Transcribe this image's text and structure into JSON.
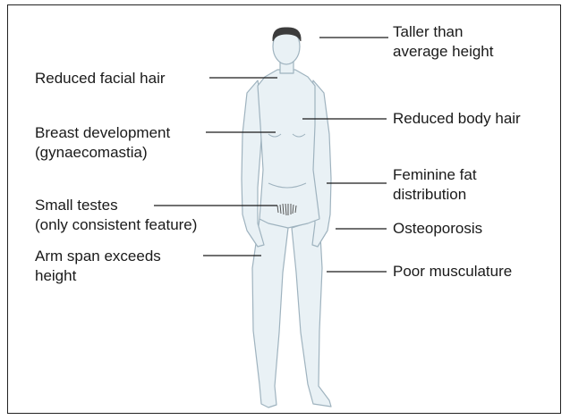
{
  "labels": {
    "taller_line1": "Taller than",
    "taller_line2": "average height",
    "facial_hair": "Reduced facial hair",
    "breast_line1": "Breast development",
    "breast_line2": "(gynaecomastia)",
    "body_hair": "Reduced body hair",
    "fat_line1": "Feminine fat",
    "fat_line2": "distribution",
    "testes_line1": "Small testes",
    "testes_line2": "(only consistent feature)",
    "osteoporosis": "Osteoporosis",
    "arm_line1": "Arm span exceeds",
    "arm_line2": "height",
    "musculature": "Poor musculature"
  },
  "colors": {
    "figure_fill": "#e9f1f5",
    "figure_stroke": "#9fb3bf",
    "hair": "#3c3c3c",
    "leader_line": "#1a1a1a",
    "frame": "#222222"
  }
}
